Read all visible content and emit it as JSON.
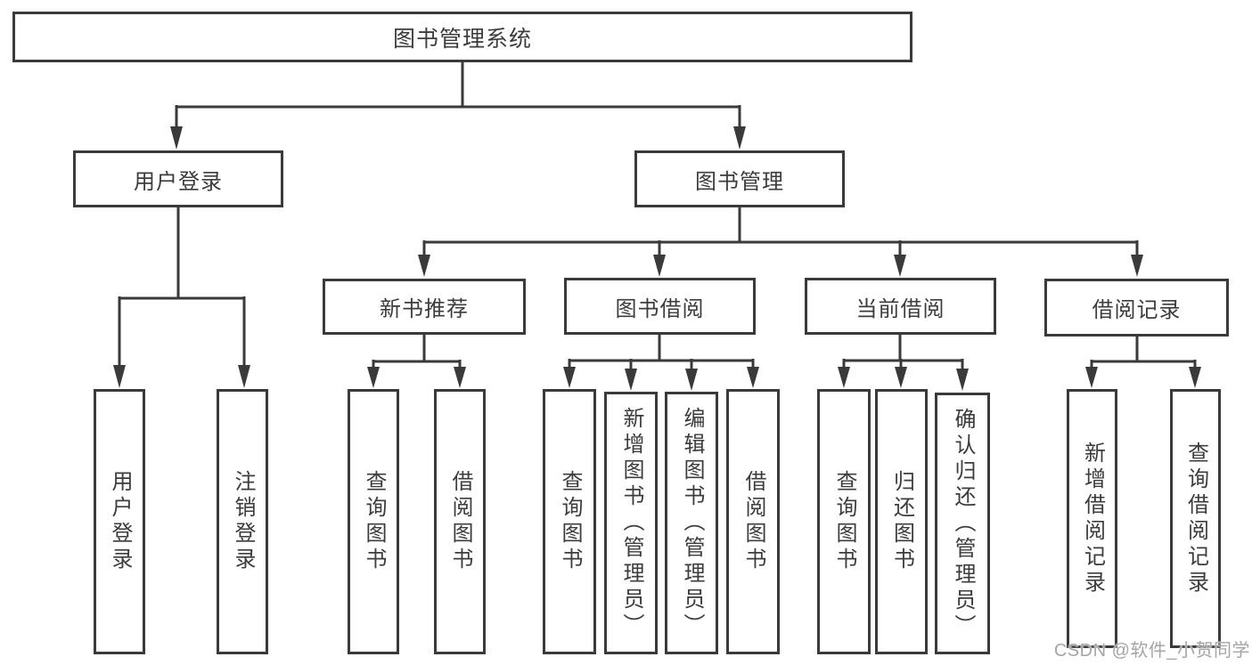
{
  "diagram": {
    "root": {
      "label": "图书管理系统"
    },
    "level2": [
      {
        "label": "用户登录"
      },
      {
        "label": "图书管理"
      }
    ],
    "level3": [
      {
        "label": "新书推荐",
        "parent": "图书管理"
      },
      {
        "label": "图书借阅",
        "parent": "图书管理"
      },
      {
        "label": "当前借阅",
        "parent": "图书管理"
      },
      {
        "label": "借阅记录",
        "parent": "图书管理"
      }
    ],
    "leaves": [
      {
        "label": "用户登录",
        "parent": "用户登录"
      },
      {
        "label": "注销登录",
        "parent": "用户登录"
      },
      {
        "label": "查询图书",
        "parent": "新书推荐"
      },
      {
        "label": "借阅图书",
        "parent": "新书推荐"
      },
      {
        "label": "查询图书",
        "parent": "图书借阅"
      },
      {
        "label": "新增图书（管理员）",
        "parent": "图书借阅"
      },
      {
        "label": "编辑图书（管理员）",
        "parent": "图书借阅"
      },
      {
        "label": "借阅图书",
        "parent": "图书借阅"
      },
      {
        "label": "查询图书",
        "parent": "当前借阅"
      },
      {
        "label": "归还图书",
        "parent": "当前借阅"
      },
      {
        "label": "确认归还（管理员）",
        "parent": "当前借阅"
      },
      {
        "label": "新增借阅记录",
        "parent": "借阅记录"
      },
      {
        "label": "查询借阅记录",
        "parent": "借阅记录"
      }
    ]
  },
  "watermark": {
    "text": "CSDN @软件_小贺同学"
  },
  "colors": {
    "line": "#3a3a3a",
    "box_border": "#3a3a3a",
    "text": "#3c3c3c",
    "watermark": "#a5a5a5",
    "background": "#ffffff"
  }
}
